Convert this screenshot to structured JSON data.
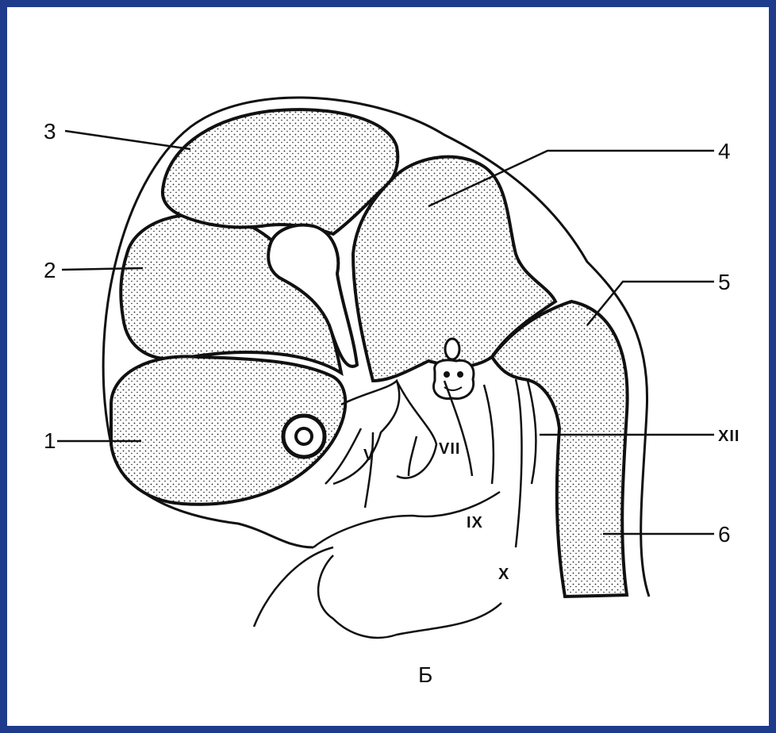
{
  "border_color": "#1f3b8c",
  "labels": {
    "l1": "1",
    "l2": "2",
    "l3": "3",
    "l4": "4",
    "l5": "5",
    "l6": "6",
    "xii": "XII"
  },
  "nerves": {
    "v": "V",
    "vii": "VII",
    "ix": "IX",
    "x": "X"
  },
  "caption": "Б"
}
